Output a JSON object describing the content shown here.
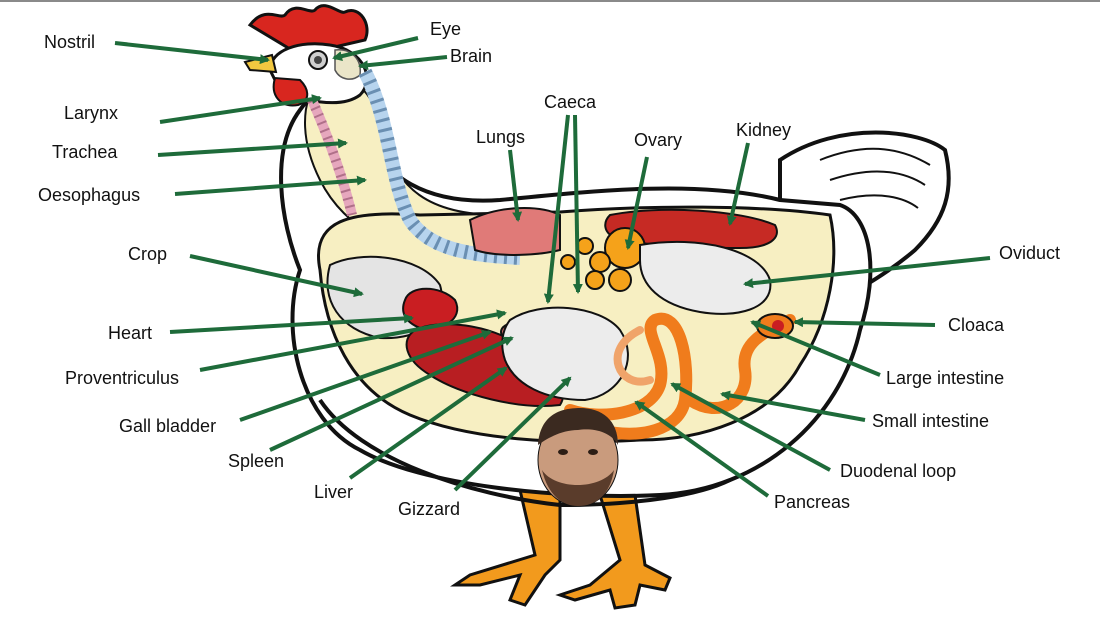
{
  "colors": {
    "arrow": "#1e6b3a",
    "outline": "#111111",
    "comb": "#d8261f",
    "body_fill": "#ffffff",
    "cavity": "#f7efc2",
    "organ_red": "#b81e22",
    "organ_orange": "#f07c1c",
    "yolk": "#f5a21a",
    "gizzard": "#ececec",
    "legs": "#f29a1d"
  },
  "labels": {
    "nostril": "Nostril",
    "eye": "Eye",
    "brain": "Brain",
    "larynx": "Larynx",
    "trachea": "Trachea",
    "oesophagus": "Oesophagus",
    "crop": "Crop",
    "heart": "Heart",
    "proventriculus": "Proventriculus",
    "gall_bladder": "Gall bladder",
    "spleen": "Spleen",
    "liver": "Liver",
    "gizzard": "Gizzard",
    "lungs": "Lungs",
    "caeca": "Caeca",
    "ovary": "Ovary",
    "kidney": "Kidney",
    "oviduct": "Oviduct",
    "cloaca": "Cloaca",
    "large_intestine": "Large intestine",
    "small_intestine": "Small intestine",
    "duodenal_loop": "Duodenal loop",
    "pancreas": "Pancreas"
  }
}
